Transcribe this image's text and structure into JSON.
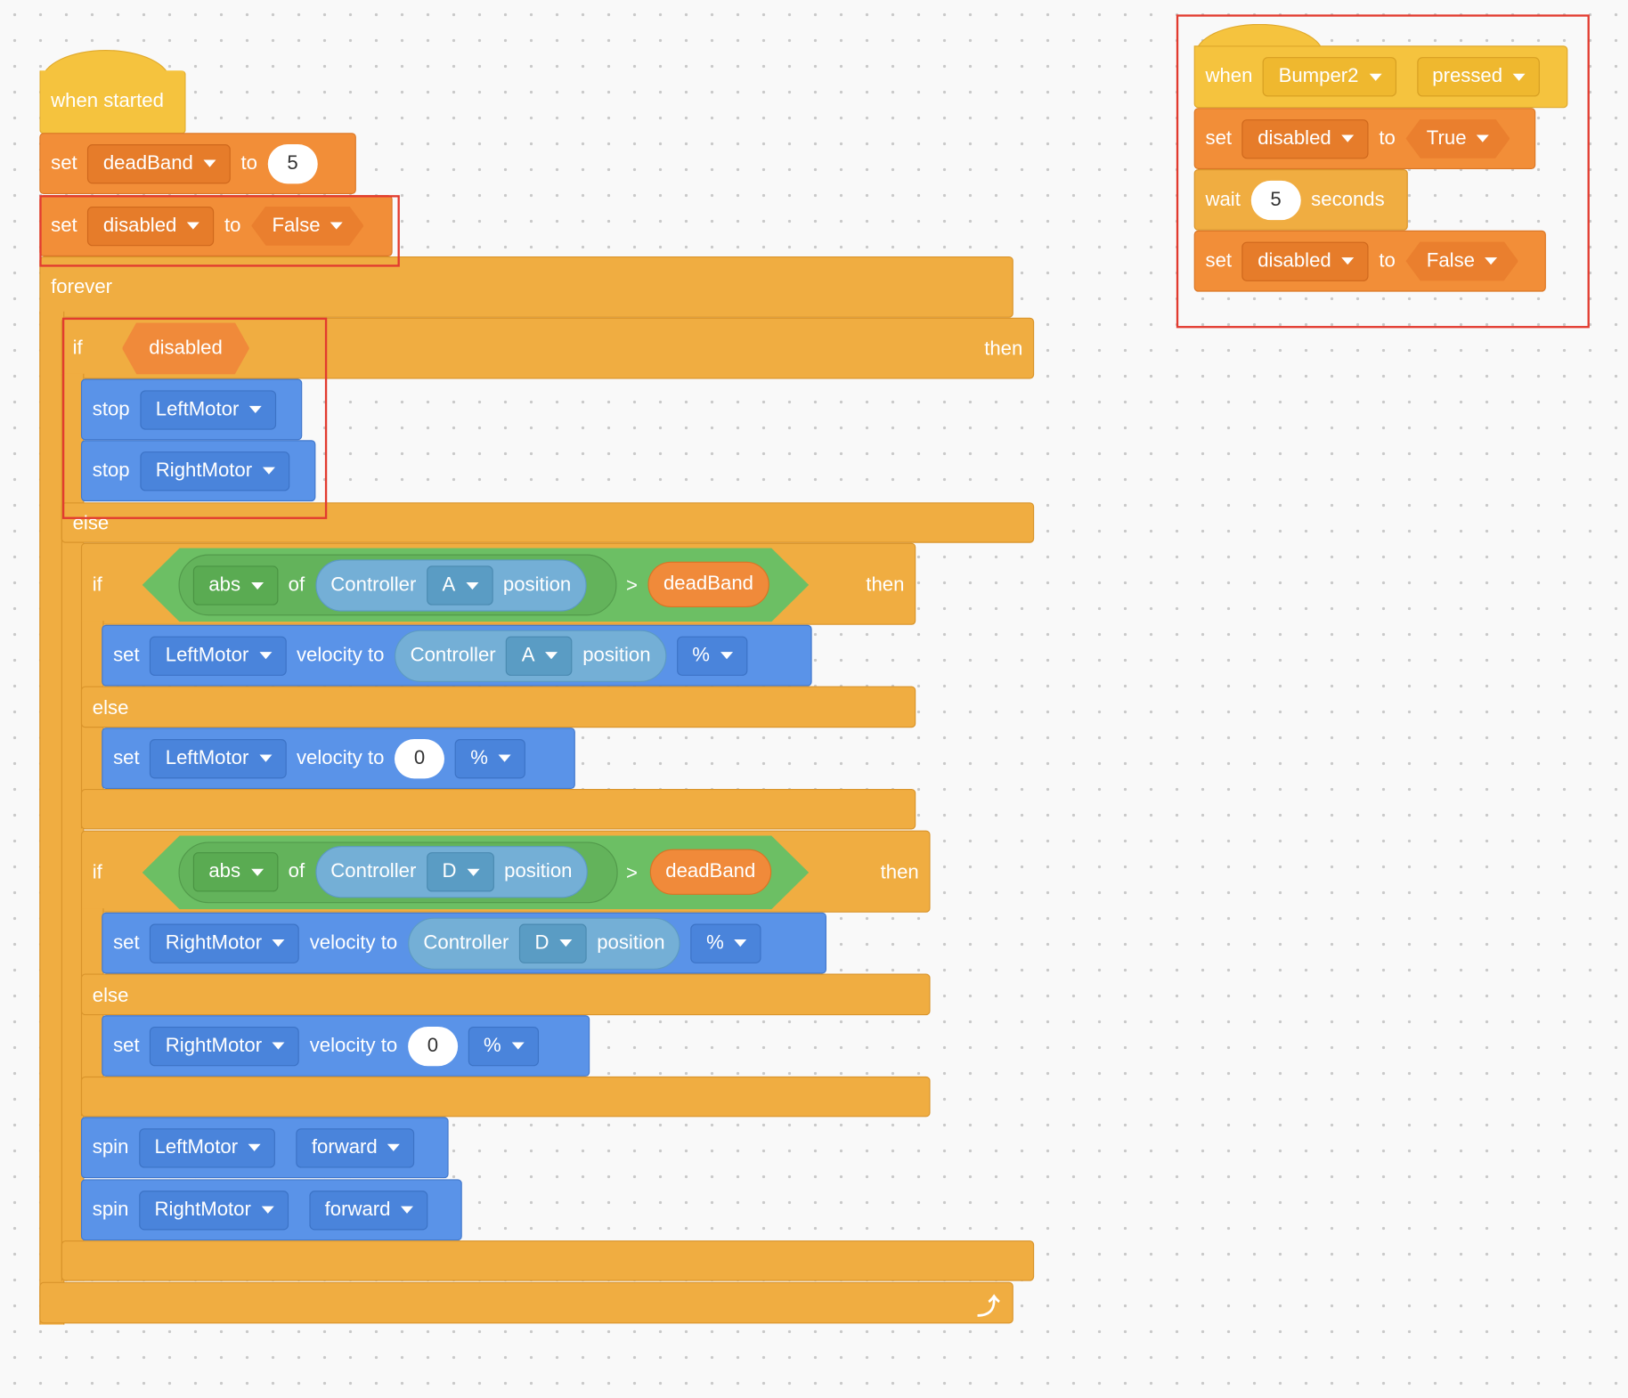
{
  "hat_when_started": {
    "label": "when started"
  },
  "set_deadband": {
    "set": "set",
    "var": "deadBand",
    "to": "to",
    "value": "5"
  },
  "set_disabled_false": {
    "set": "set",
    "var": "disabled",
    "to": "to",
    "value": "False"
  },
  "forever": {
    "label": "forever",
    "loop_icon": "loop-arrow-icon"
  },
  "if_disabled": {
    "if": "if",
    "cond": "disabled",
    "then": "then",
    "else": "else"
  },
  "stop_left": {
    "label": "stop",
    "motor": "LeftMotor"
  },
  "stop_right": {
    "label": "stop",
    "motor": "RightMotor"
  },
  "if_a": {
    "if": "if",
    "func": "abs",
    "of": "of",
    "controller": "Controller",
    "axis": "A",
    "position": "position",
    "op": ">",
    "var": "deadBand",
    "then": "then",
    "else": "else"
  },
  "set_left_vel": {
    "set": "set",
    "motor": "LeftMotor",
    "velocity_to": "velocity to",
    "controller": "Controller",
    "axis": "A",
    "position": "position",
    "unit": "%"
  },
  "set_left_zero": {
    "set": "set",
    "motor": "LeftMotor",
    "velocity_to": "velocity to",
    "value": "0",
    "unit": "%"
  },
  "if_d": {
    "if": "if",
    "func": "abs",
    "of": "of",
    "controller": "Controller",
    "axis": "D",
    "position": "position",
    "op": ">",
    "var": "deadBand",
    "then": "then",
    "else": "else"
  },
  "set_right_vel": {
    "set": "set",
    "motor": "RightMotor",
    "velocity_to": "velocity to",
    "controller": "Controller",
    "axis": "D",
    "position": "position",
    "unit": "%"
  },
  "set_right_zero": {
    "set": "set",
    "motor": "RightMotor",
    "velocity_to": "velocity to",
    "value": "0",
    "unit": "%"
  },
  "spin_left": {
    "label": "spin",
    "motor": "LeftMotor",
    "dir": "forward"
  },
  "spin_right": {
    "label": "spin",
    "motor": "RightMotor",
    "dir": "forward"
  },
  "hat_bumper": {
    "when": "when",
    "device": "Bumper2",
    "event": "pressed"
  },
  "set_disabled_true": {
    "set": "set",
    "var": "disabled",
    "to": "to",
    "value": "True"
  },
  "wait": {
    "label": "wait",
    "value": "5",
    "unit": "seconds"
  },
  "set_disabled_false2": {
    "set": "set",
    "var": "disabled",
    "to": "to",
    "value": "False"
  },
  "colors": {
    "event": "#f5c33e",
    "control": "#f0ad41",
    "variable": "#f28e38",
    "motion": "#5a93e8",
    "sensing": "#74afd6",
    "operator": "#6cbf64",
    "highlight": "#e23b2f"
  }
}
